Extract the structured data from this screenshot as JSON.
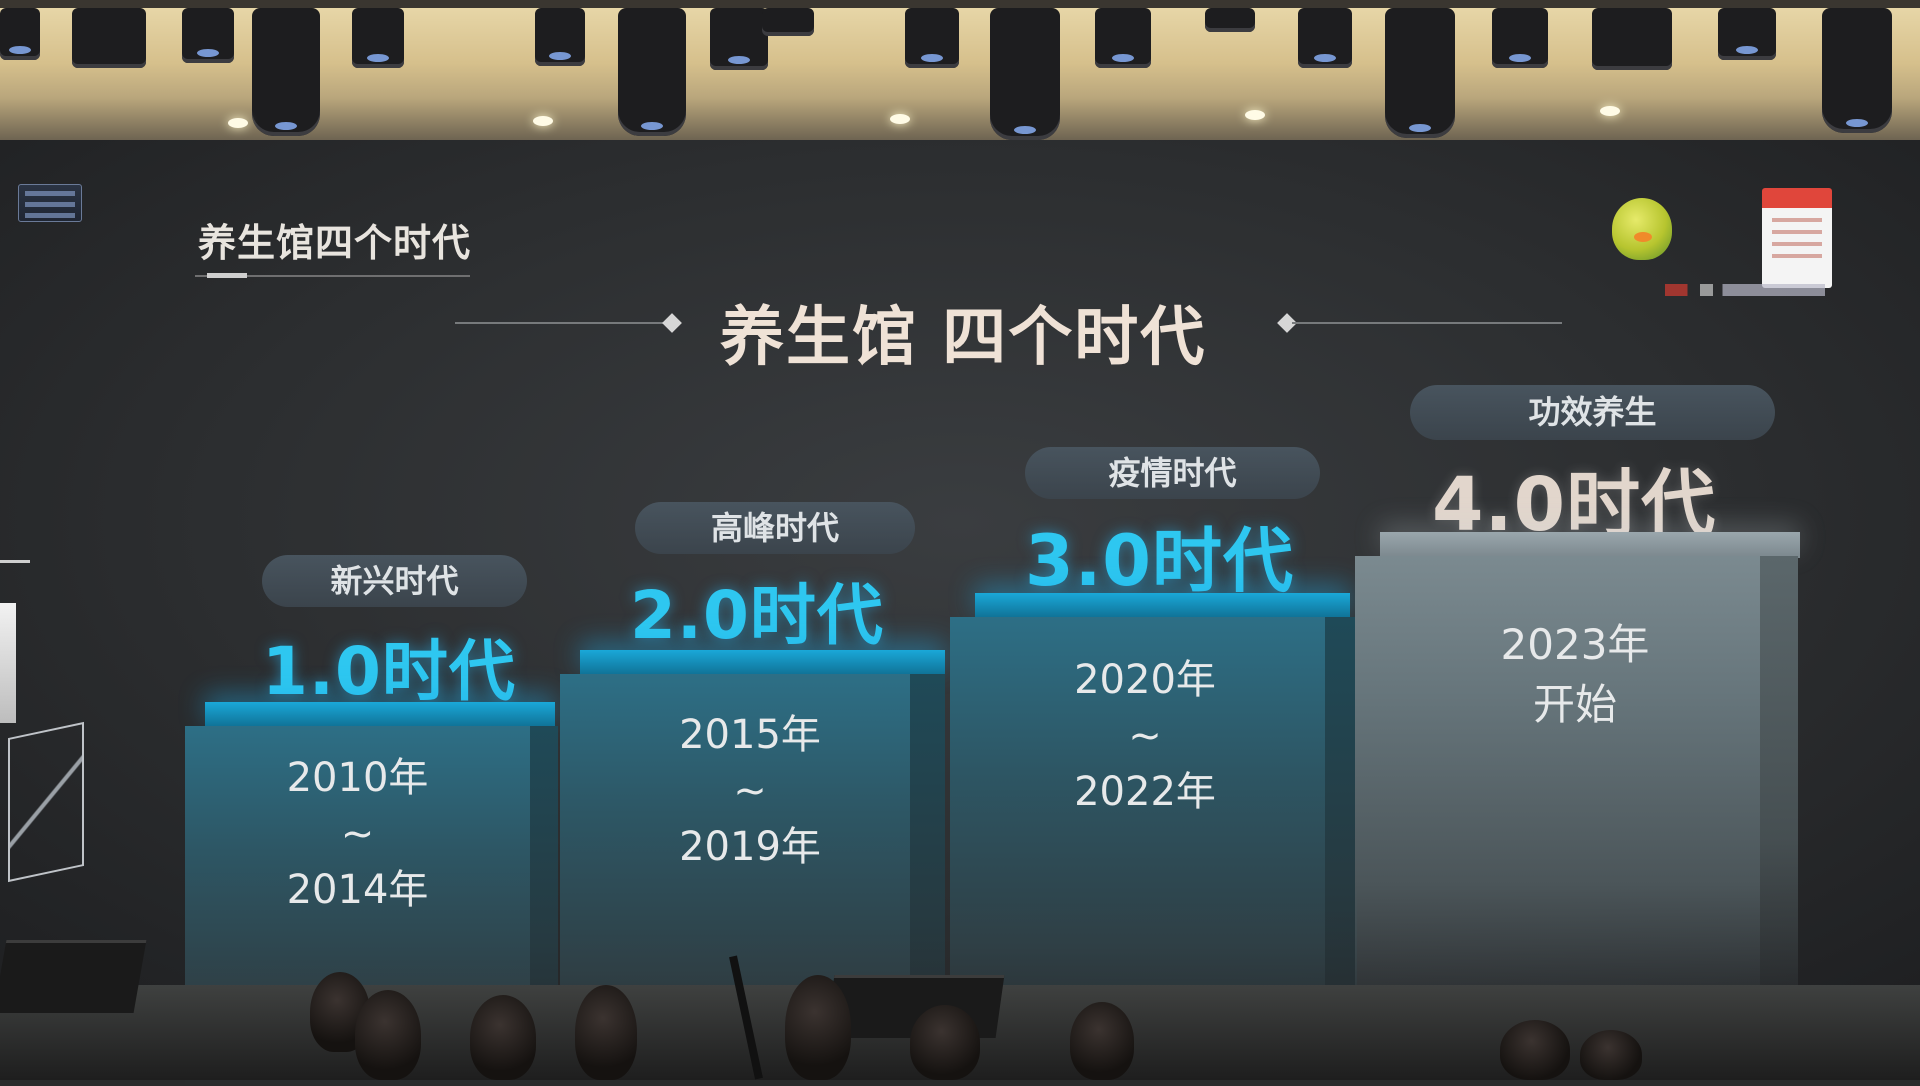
{
  "slide": {
    "small_title": "养生馆四个时代",
    "main_title": "养生馆 四个时代"
  },
  "eras": [
    {
      "tag": "新兴时代",
      "label": "1.0时代",
      "years": [
        "2010年",
        "~",
        "2014年"
      ]
    },
    {
      "tag": "高峰时代",
      "label": "2.0时代",
      "years": [
        "2015年",
        "~",
        "2019年"
      ]
    },
    {
      "tag": "疫情时代",
      "label": "3.0时代",
      "years": [
        "2020年",
        "~",
        "2022年"
      ]
    },
    {
      "tag": "功效养生",
      "label": "4.0时代",
      "years": [
        "2023年",
        "开始"
      ]
    }
  ],
  "colors": {
    "accent_cyan": "#2ec7f0",
    "title_pale": "#efe2d6",
    "screen_bg": "#2c2e30"
  }
}
